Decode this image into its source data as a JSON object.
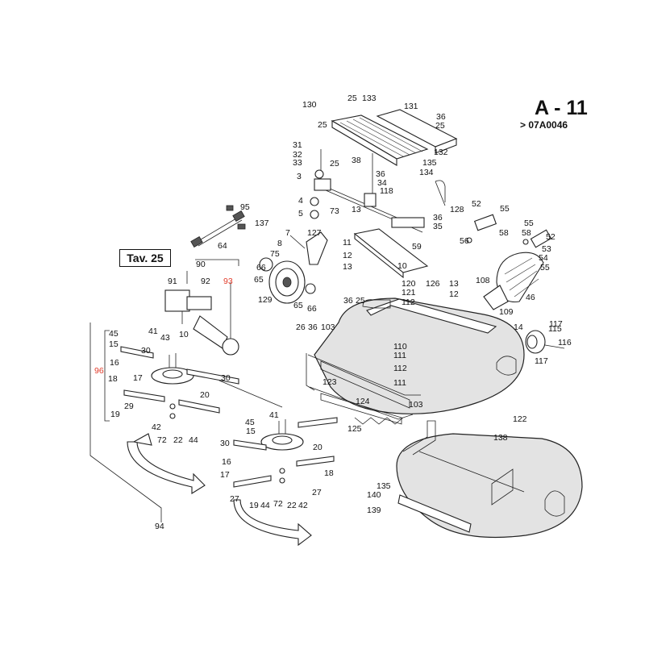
{
  "header": {
    "code": "A - 11",
    "subcode": "> 07A0046"
  },
  "reference_box": "Tav. 25",
  "callouts": [
    {
      "t": "130"
    },
    {
      "t": "25"
    },
    {
      "t": "133"
    },
    {
      "t": "131"
    },
    {
      "t": "25"
    },
    {
      "t": "36"
    },
    {
      "t": "25"
    },
    {
      "t": "132"
    },
    {
      "t": "31"
    },
    {
      "t": "32"
    },
    {
      "t": "33"
    },
    {
      "t": "38"
    },
    {
      "t": "25"
    },
    {
      "t": "135"
    },
    {
      "t": "36"
    },
    {
      "t": "34"
    },
    {
      "t": "134"
    },
    {
      "t": "3"
    },
    {
      "t": "118"
    },
    {
      "t": "4"
    },
    {
      "t": "5"
    },
    {
      "t": "73"
    },
    {
      "t": "13"
    },
    {
      "t": "128"
    },
    {
      "t": "36"
    },
    {
      "t": "35"
    },
    {
      "t": "95"
    },
    {
      "t": "137"
    },
    {
      "t": "64"
    },
    {
      "t": "7"
    },
    {
      "t": "8"
    },
    {
      "t": "127"
    },
    {
      "t": "75"
    },
    {
      "t": "66"
    },
    {
      "t": "65"
    },
    {
      "t": "129"
    },
    {
      "t": "65"
    },
    {
      "t": "66"
    },
    {
      "t": "11"
    },
    {
      "t": "12"
    },
    {
      "t": "13"
    },
    {
      "t": "10"
    },
    {
      "t": "59"
    },
    {
      "t": "52"
    },
    {
      "t": "55"
    },
    {
      "t": "56"
    },
    {
      "t": "58"
    },
    {
      "t": "55"
    },
    {
      "t": "58"
    },
    {
      "t": "52"
    },
    {
      "t": "53"
    },
    {
      "t": "54"
    },
    {
      "t": "55"
    },
    {
      "t": "90"
    },
    {
      "t": "91"
    },
    {
      "t": "92"
    },
    {
      "t": "93"
    },
    {
      "t": "10"
    },
    {
      "t": "120"
    },
    {
      "t": "121"
    },
    {
      "t": "112"
    },
    {
      "t": "126"
    },
    {
      "t": "13"
    },
    {
      "t": "12"
    },
    {
      "t": "108"
    },
    {
      "t": "46"
    },
    {
      "t": "109"
    },
    {
      "t": "36"
    },
    {
      "t": "25"
    },
    {
      "t": "26"
    },
    {
      "t": "36"
    },
    {
      "t": "103"
    },
    {
      "t": "110"
    },
    {
      "t": "111"
    },
    {
      "t": "112"
    },
    {
      "t": "111"
    },
    {
      "t": "123"
    },
    {
      "t": "124"
    },
    {
      "t": "103"
    },
    {
      "t": "125"
    },
    {
      "t": "122"
    },
    {
      "t": "14"
    },
    {
      "t": "117"
    },
    {
      "t": "115"
    },
    {
      "t": "116"
    },
    {
      "t": "117"
    },
    {
      "t": "96"
    },
    {
      "t": "45"
    },
    {
      "t": "15"
    },
    {
      "t": "41"
    },
    {
      "t": "43"
    },
    {
      "t": "30"
    },
    {
      "t": "16"
    },
    {
      "t": "17"
    },
    {
      "t": "18"
    },
    {
      "t": "29"
    },
    {
      "t": "19"
    },
    {
      "t": "20"
    },
    {
      "t": "30"
    },
    {
      "t": "42"
    },
    {
      "t": "72"
    },
    {
      "t": "22"
    },
    {
      "t": "44"
    },
    {
      "t": "45"
    },
    {
      "t": "15"
    },
    {
      "t": "41"
    },
    {
      "t": "30"
    },
    {
      "t": "20"
    },
    {
      "t": "16"
    },
    {
      "t": "17"
    },
    {
      "t": "18"
    },
    {
      "t": "27"
    },
    {
      "t": "19"
    },
    {
      "t": "44"
    },
    {
      "t": "72"
    },
    {
      "t": "22"
    },
    {
      "t": "42"
    },
    {
      "t": "27"
    },
    {
      "t": "94"
    },
    {
      "t": "138"
    },
    {
      "t": "135"
    },
    {
      "t": "140"
    },
    {
      "t": "139"
    }
  ]
}
